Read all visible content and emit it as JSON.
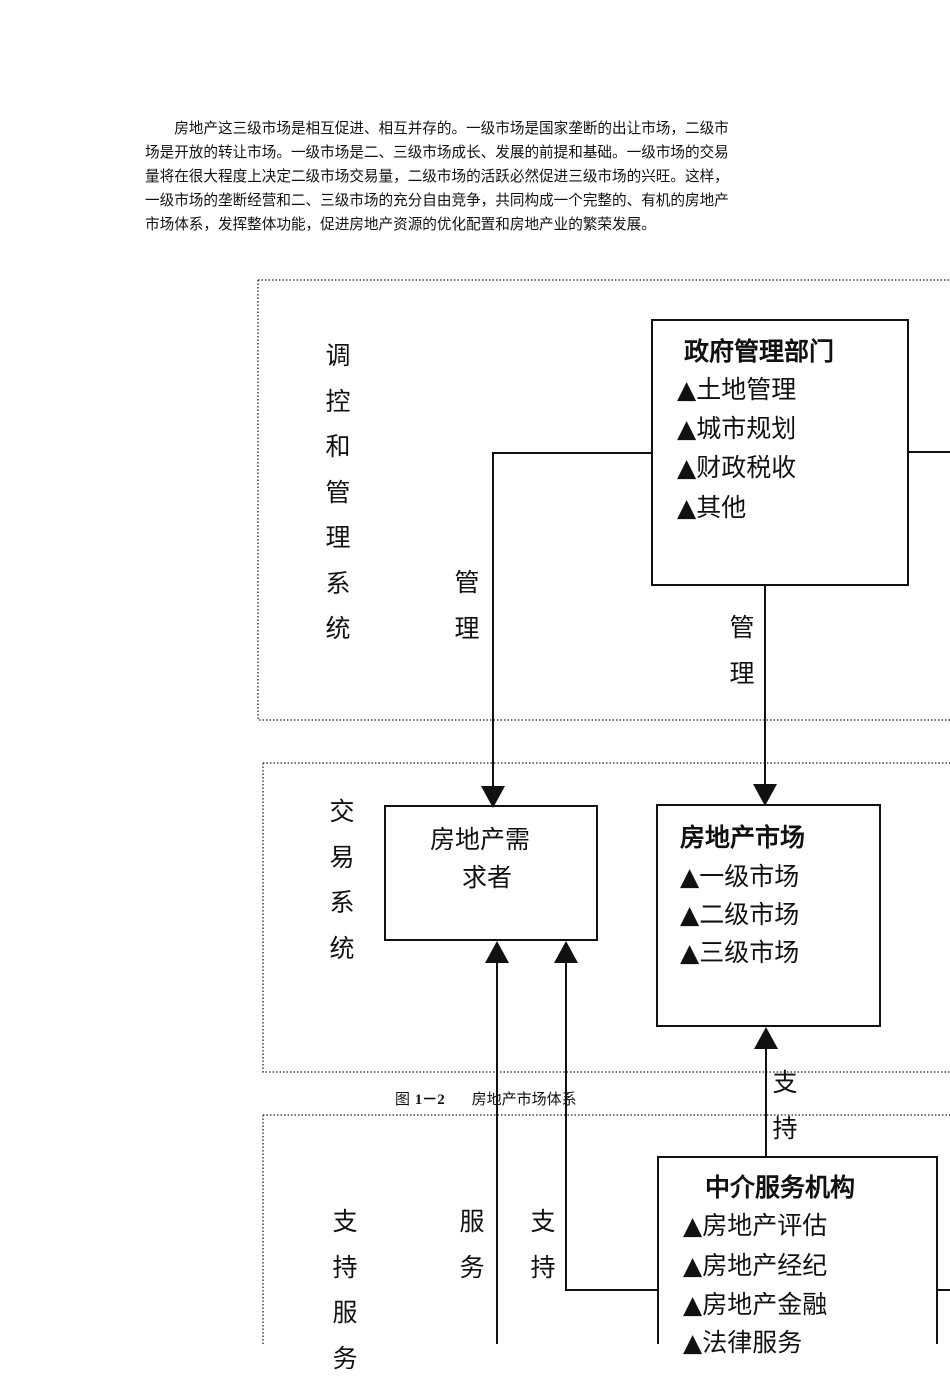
{
  "paragraph": [
    "　　房地产这三级市场是相互促进、相互并存的。一级市场是国家垄断的出让市场，二级市",
    "场是开放的转让市场。一级市场是二、三级市场成长、发展的前提和基础。一级市场的交易",
    "量将在很大程度上决定二级市场交易量，二级市场的活跃必然促进三级市场的兴旺。这样，",
    "一级市场的垄断经营和二、三级市场的充分自由竞争，共同构成一个完整的、有机的房地产",
    "市场体系，发挥整体功能，促进房地产资源的优化配置和房地产业的繁荣发展。"
  ],
  "diagram": {
    "layers": [
      {
        "label": [
          "调",
          "控",
          "和",
          "管",
          "理",
          "系",
          "统"
        ]
      },
      {
        "label": [
          "交",
          "易",
          "系",
          "统"
        ]
      },
      {
        "label": [
          "支",
          "持",
          "服",
          "务"
        ]
      }
    ],
    "government": {
      "title": "政府管理部门",
      "items": [
        "▲土地管理",
        "▲城市规划",
        "▲财政税收",
        "▲其他"
      ]
    },
    "demander": {
      "lines": [
        "房地产需",
        "求者"
      ]
    },
    "market": {
      "title": "房地产市场",
      "items": [
        "▲一级市场",
        "▲二级市场",
        "▲三级市场"
      ]
    },
    "intermediary": {
      "title": "中介服务机构",
      "items": [
        "▲房地产评估",
        "▲房地产经纪",
        "▲房地产金融",
        "▲法律服务"
      ]
    },
    "edge_labels": {
      "manage_left": [
        "管",
        "理"
      ],
      "manage_center": [
        "管",
        "理"
      ],
      "support_center": [
        "支",
        "持"
      ],
      "service": [
        "服",
        "务"
      ],
      "support_left": [
        "支",
        "持"
      ]
    }
  },
  "caption": {
    "prefix": "图",
    "number": "1－2",
    "title": "房地产市场体系"
  }
}
